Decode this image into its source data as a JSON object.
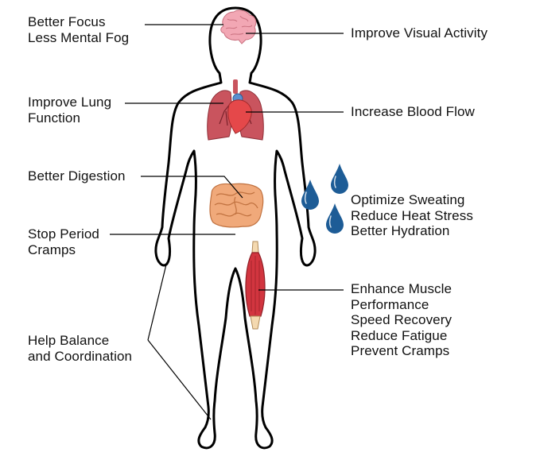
{
  "labels": {
    "focus": "Better Focus\nLess Mental Fog",
    "visual": "Improve Visual Activity",
    "lung": "Improve Lung\nFunction",
    "blood": "Increase Blood Flow",
    "digestion": "Better Digestion",
    "sweat": "Optimize Sweating\nReduce Heat Stress\nBetter Hydration",
    "period": "Stop Period\nCramps",
    "muscle": "Enhance Muscle\nPerformance\nSpeed Recovery\nReduce Fatigue\nPrevent Cramps",
    "balance": "Help Balance\nand Coordination"
  },
  "colors": {
    "outline": "#000000",
    "brain": "#f2a7b4",
    "lungs": "#c9545e",
    "heart": "#e5484a",
    "heart_vessel": "#5a8fd0",
    "intestine": "#f0a97a",
    "muscle": "#d2353f",
    "tendon": "#f4d9b0",
    "sweat_drop": "#1d5c96"
  }
}
